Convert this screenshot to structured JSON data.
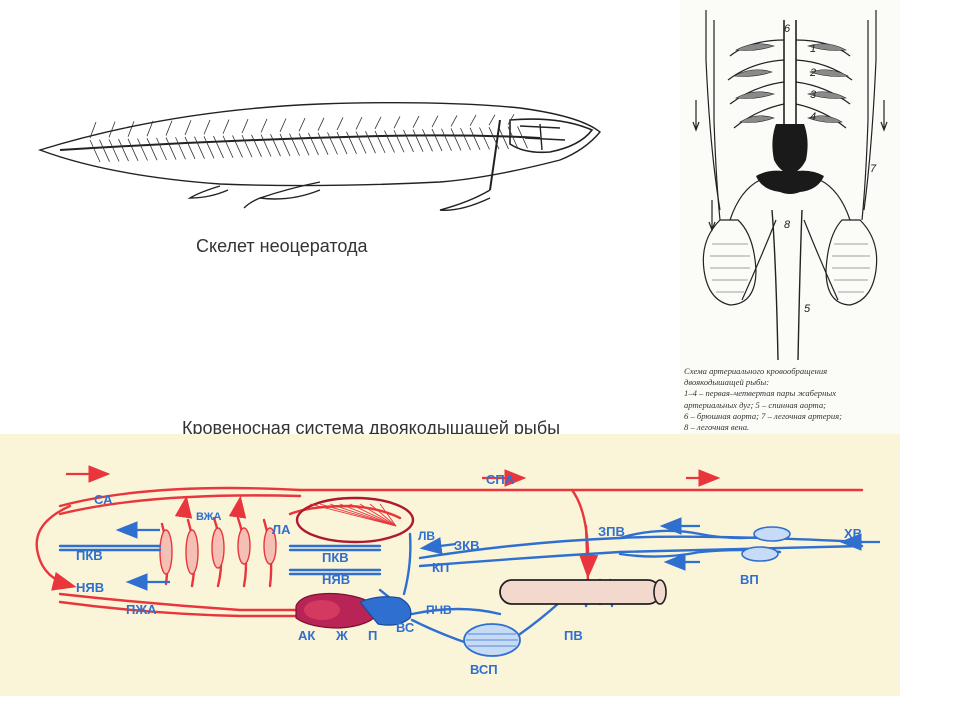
{
  "captions": {
    "skeleton_title": "Скелет неоцератода",
    "system_title": "Кровеносная система двоякодышащей рыбы"
  },
  "scheme": {
    "numbers": [
      "1",
      "2",
      "3",
      "4",
      "5",
      "6",
      "7",
      "8"
    ],
    "caption_lines": [
      "Схема артериального кровообращения",
      "двоякодышащей рыбы:",
      "1–4 – первая–четвертая пары жаберных",
      "артериальных дуг; 5 – спинная аорта;",
      "6 – брюшная аорта; 7 – легочная артерия;",
      "8 – легочная вена."
    ]
  },
  "diagram": {
    "colors": {
      "artery": "#e8363c",
      "vein": "#2f6fd0",
      "background": "#faf4d8",
      "heart": "#c8244a"
    },
    "labels": {
      "spa": "СПА",
      "sa": "СА",
      "vzha": "ВЖА",
      "la": "ЛА",
      "lv": "ЛВ",
      "pkv": "ПКВ",
      "nyav": "НЯВ",
      "pkv2": "ПКВ",
      "nyav2": "НЯВ",
      "pzha": "ПЖА",
      "zkv": "ЗКВ",
      "kp": "КП",
      "zpv": "ЗПВ",
      "khv": "ХВ",
      "vp": "ВП",
      "pchv": "ПЧВ",
      "ak": "АК",
      "zh": "Ж",
      "p": "П",
      "vs": "ВС",
      "pv": "ПВ",
      "vsp": "ВСП"
    }
  }
}
